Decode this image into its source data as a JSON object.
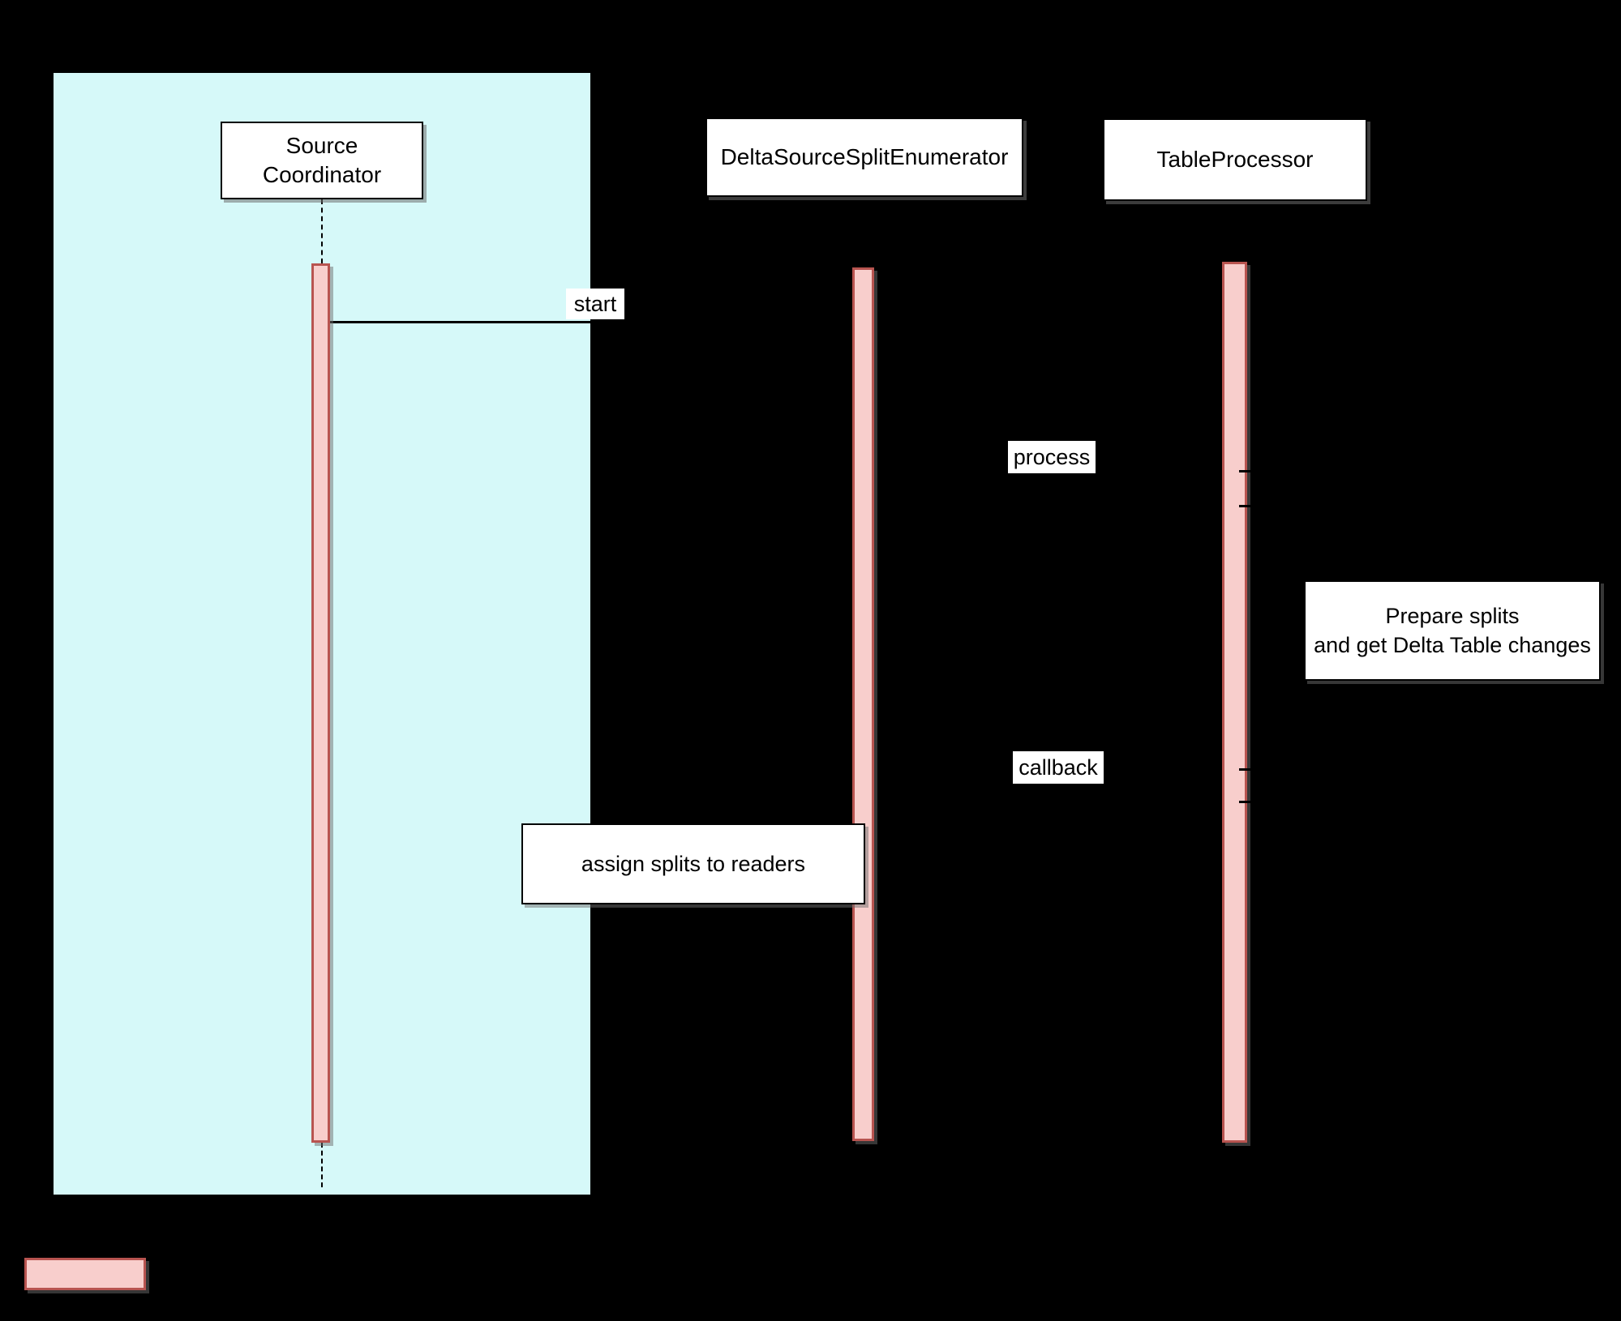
{
  "diagram": {
    "type": "sequence-diagram",
    "participants": [
      {
        "id": "source-coordinator",
        "label": "Source\nCoordinator"
      },
      {
        "id": "delta-source-split-enumerator",
        "label": "DeltaSourceSplitEnumerator"
      },
      {
        "id": "table-processor",
        "label": "TableProcessor"
      }
    ],
    "messages": {
      "start": "start",
      "process": "process",
      "callback": "callback",
      "assign_splits": "assign splits to readers"
    },
    "note": {
      "text": "Prepare splits\nand get Delta Table changes"
    },
    "colors": {
      "background": "#000000",
      "frame_fill": "#d6f9f9",
      "participant_fill": "#ffffff",
      "activation_fill": "#f8cecc",
      "activation_border": "#b85450",
      "line_color": "#000000",
      "text_color": "#000000"
    }
  }
}
